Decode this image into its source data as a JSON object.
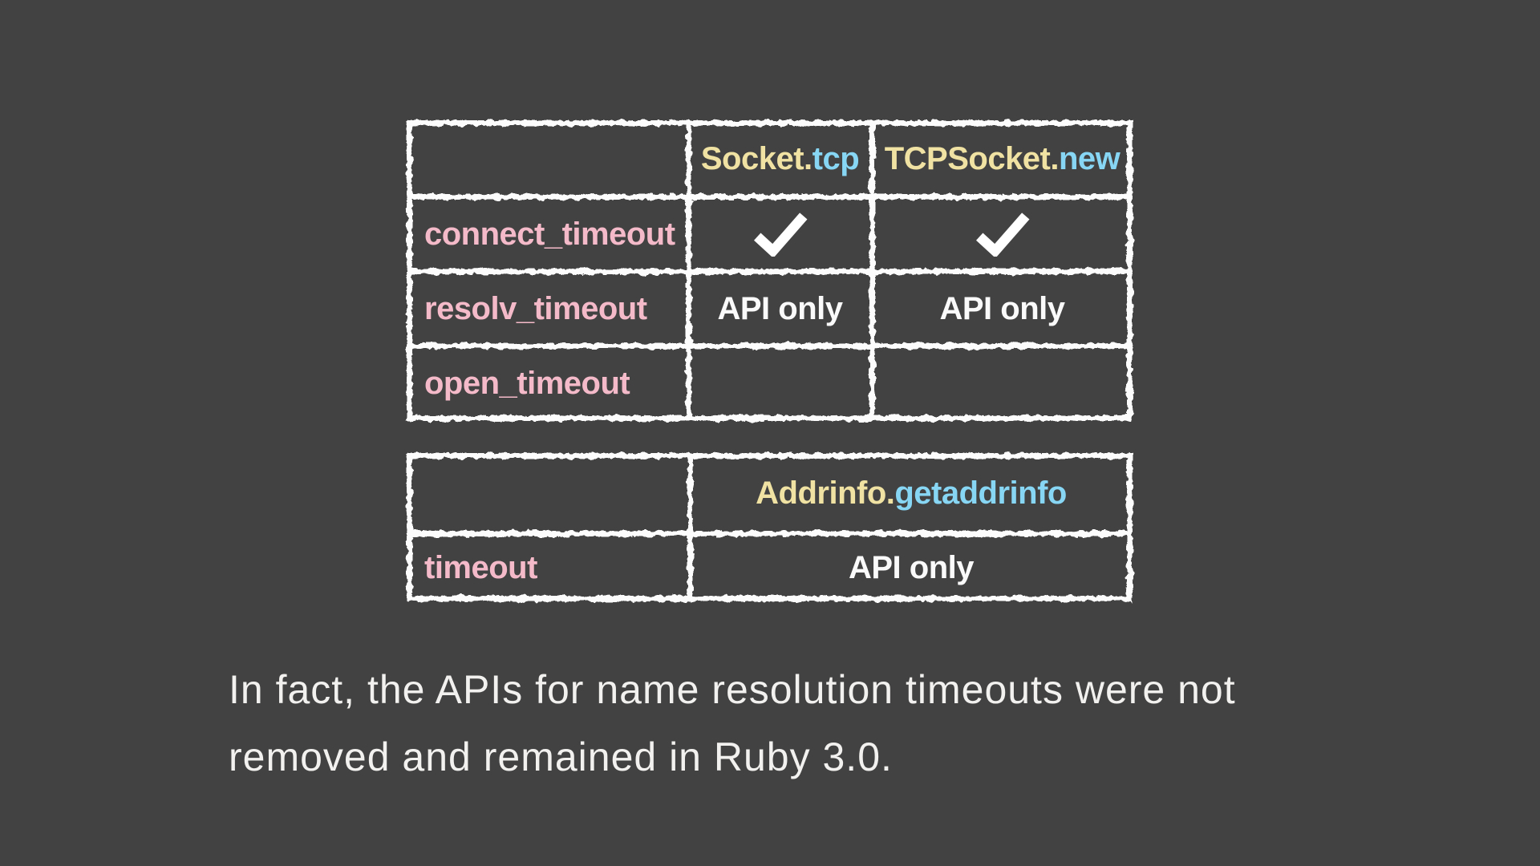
{
  "slide": {
    "background_color": "#424242"
  },
  "colors": {
    "class_name": "#f0e2a2",
    "method_name": "#87d6f4",
    "attribute_name": "#f4bac9",
    "value_text": "#fafafa",
    "border": "#fcfcfc",
    "background": "#424242"
  },
  "icons": {
    "check": "✔"
  },
  "comparison_table": {
    "columns": [
      {
        "class_part": "Socket.",
        "method_part": "tcp"
      },
      {
        "class_part": "TCPSocket.",
        "method_part": "new"
      }
    ],
    "rows": [
      {
        "label": "connect_timeout",
        "socket_tcp": "✔",
        "tcpsocket_new": "✔"
      },
      {
        "label": "resolv_timeout",
        "socket_tcp": "API only",
        "tcpsocket_new": "API only"
      },
      {
        "label": "open_timeout",
        "socket_tcp": "",
        "tcpsocket_new": ""
      }
    ]
  },
  "addrinfo_table": {
    "column": {
      "class_part": "Addrinfo.",
      "method_part": "getaddrinfo"
    },
    "rows": [
      {
        "label": "timeout",
        "value": "API only"
      }
    ]
  },
  "caption": {
    "lines": [
      "In fact, the APIs for name resolution timeouts were not",
      "removed and remained in Ruby 3.0."
    ]
  }
}
